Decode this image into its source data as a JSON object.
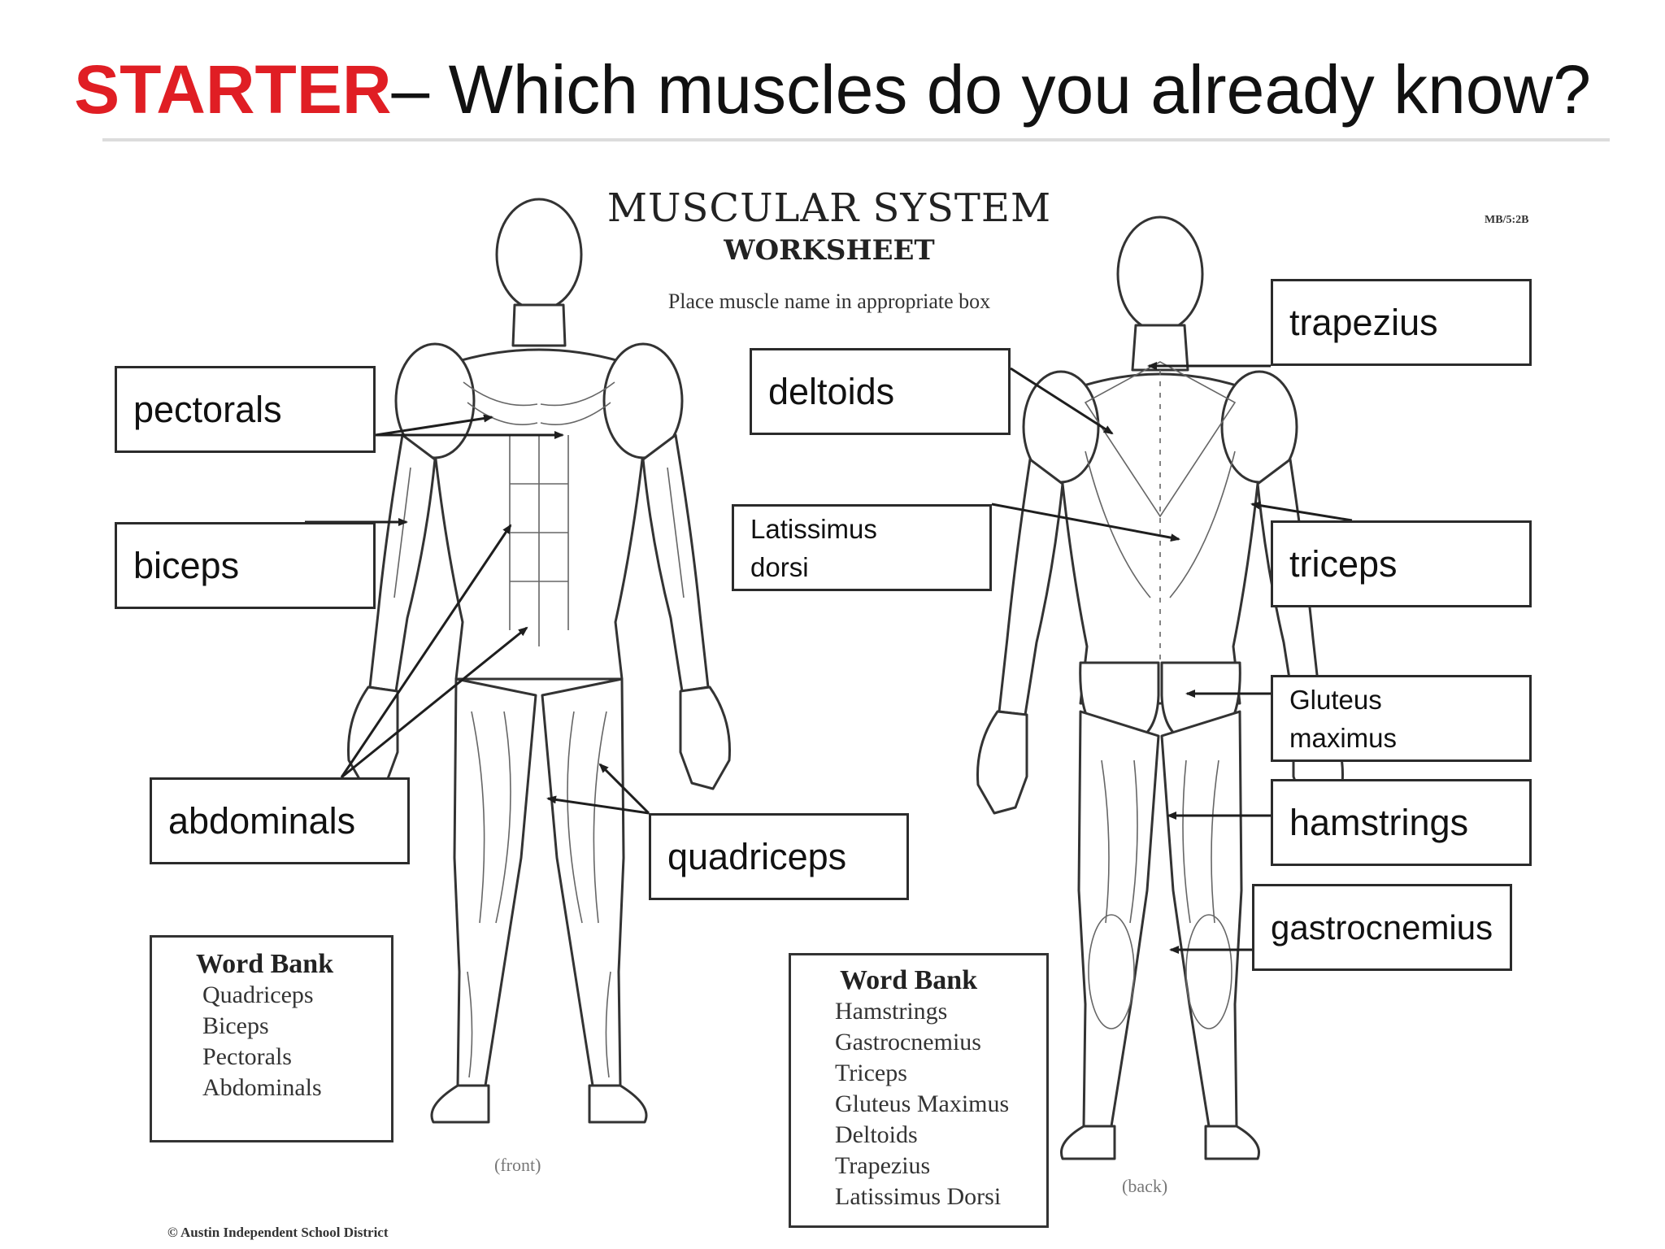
{
  "slide": {
    "title_strong": "STARTER",
    "title_rest": "– Which muscles do you already know?"
  },
  "worksheet": {
    "title": "MUSCULAR SYSTEM",
    "subtitle": "WORKSHEET",
    "instructions": "Place muscle name in appropriate box",
    "code": "MB/5:2B",
    "front_caption": "(front)",
    "back_caption": "(back)",
    "copyright": "© Austin Independent School District"
  },
  "labels": {
    "pectorals": "pectorals",
    "biceps": "biceps",
    "abdominals": "abdominals",
    "quadriceps": "quadriceps",
    "deltoids": "deltoids",
    "latissimus_dorsi": "Latissimus\ndorsi",
    "trapezius": "trapezius",
    "triceps": "triceps",
    "gluteus_maximus": "Gluteus\nmaximus",
    "hamstrings": "hamstrings",
    "gastrocnemius": "gastrocnemius"
  },
  "word_bank_front": {
    "title": "Word Bank",
    "items": [
      "Quadriceps",
      "Biceps",
      "Pectorals",
      "Abdominals"
    ]
  },
  "word_bank_back": {
    "title": "Word Bank",
    "items": [
      "Hamstrings",
      "Gastrocnemius",
      "Triceps",
      "Gluteus Maximus",
      "Deltoids",
      "Trapezius",
      "Latissimus Dorsi"
    ]
  },
  "colors": {
    "accent_red": "#e01e24",
    "line": "#2b2b2b"
  }
}
